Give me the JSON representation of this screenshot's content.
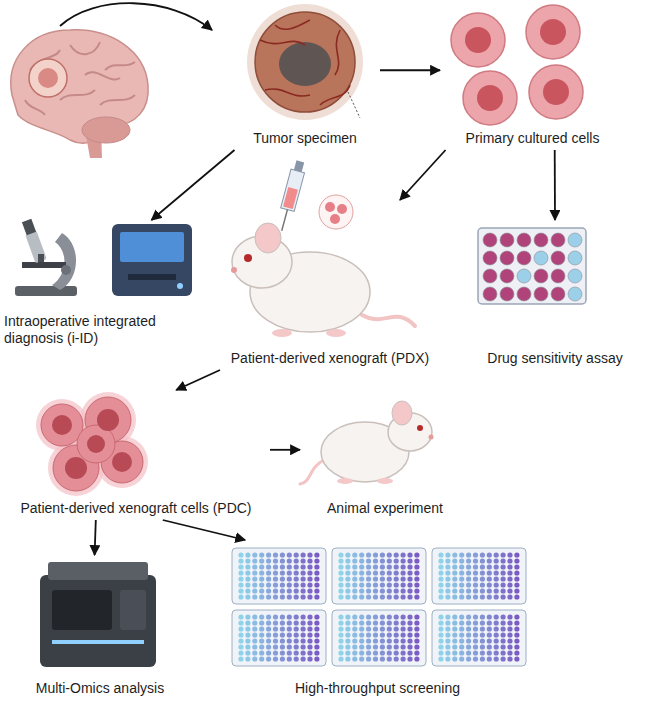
{
  "diagram": {
    "nodes": [
      {
        "text": [
          "Tumor specimen"
        ]
      },
      {
        "text": [
          "Primary cultured cells"
        ]
      },
      {
        "text": [
          "Intraoperative integrated diagnosis (i-ID)"
        ]
      },
      {
        "text": [
          "Patient-derived xenograft (PDX)"
        ]
      },
      {
        "text": [
          "Drug sensitivity assay"
        ]
      },
      {
        "text": [
          "Patient-derived xenograft cells (PDC)"
        ]
      },
      {
        "text": [
          "Animal experiment"
        ]
      },
      {
        "text": [
          "Multi-Omics analysis"
        ]
      },
      {
        "text": [
          "High-throughput screening"
        ]
      }
    ],
    "edges": [
      {
        "from": 0,
        "to": 1,
        "arrow": "to"
      },
      {
        "from": 0,
        "to": 2,
        "arrow": "to"
      },
      {
        "from": 1,
        "to": 3,
        "arrow": "to"
      },
      {
        "from": 1,
        "to": 4,
        "arrow": "to"
      },
      {
        "from": 3,
        "to": 5,
        "arrow": "to"
      },
      {
        "from": 5,
        "to": 6,
        "arrow": "to"
      },
      {
        "from": 5,
        "to": 7,
        "arrow": "to"
      },
      {
        "from": 5,
        "to": 8,
        "arrow": "to"
      }
    ]
  }
}
